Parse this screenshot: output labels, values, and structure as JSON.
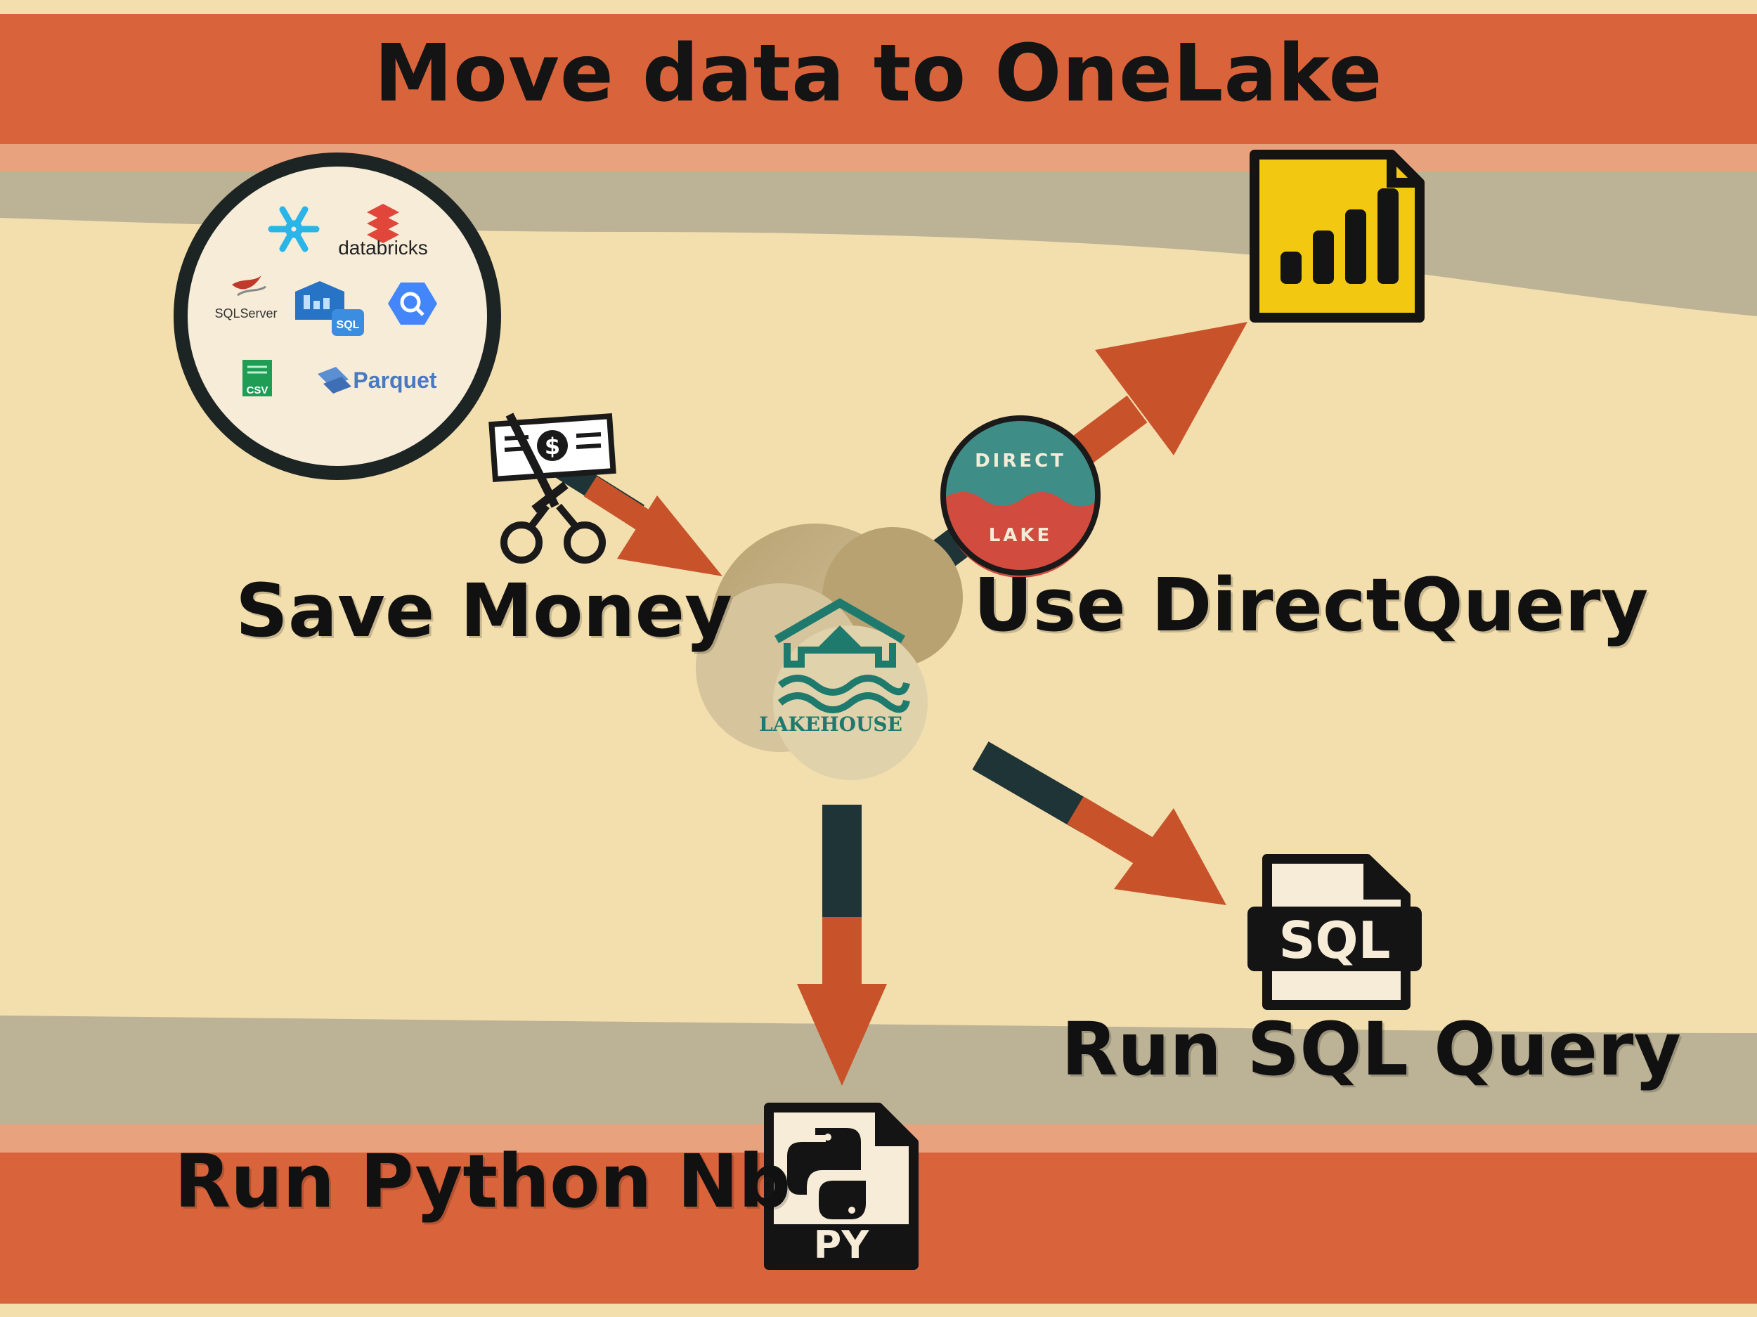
{
  "title": "Move data to OneLake",
  "labels": {
    "save_money": "Save Money",
    "direct_query": "Use DirectQuery",
    "sql_query": "Run SQL Query",
    "python_nb": "Run Python Nb"
  },
  "sources": {
    "databricks": "databricks",
    "sql_server": "SQLServer",
    "sql_tag": "SQL",
    "csv": "CSV",
    "parquet": "Parquet"
  },
  "direct_lake": {
    "top_word": "DIRECT",
    "bottom_word": "LAKE"
  },
  "lakehouse_label": "LAKEHOUSE",
  "sql_file_text": "SQL",
  "py_file_text": "PY",
  "colors": {
    "background": "#f3dfae",
    "band_orange": "#d9643c",
    "band_gray": "#b2aa90",
    "arrow": "#c8532a",
    "arrow_tail": "#1e3436",
    "powerbi_yellow": "#f2c811",
    "lakehouse_teal": "#1f7a6e",
    "direct_lake_teal": "#3e8e87",
    "direct_lake_red": "#d14b3f"
  }
}
